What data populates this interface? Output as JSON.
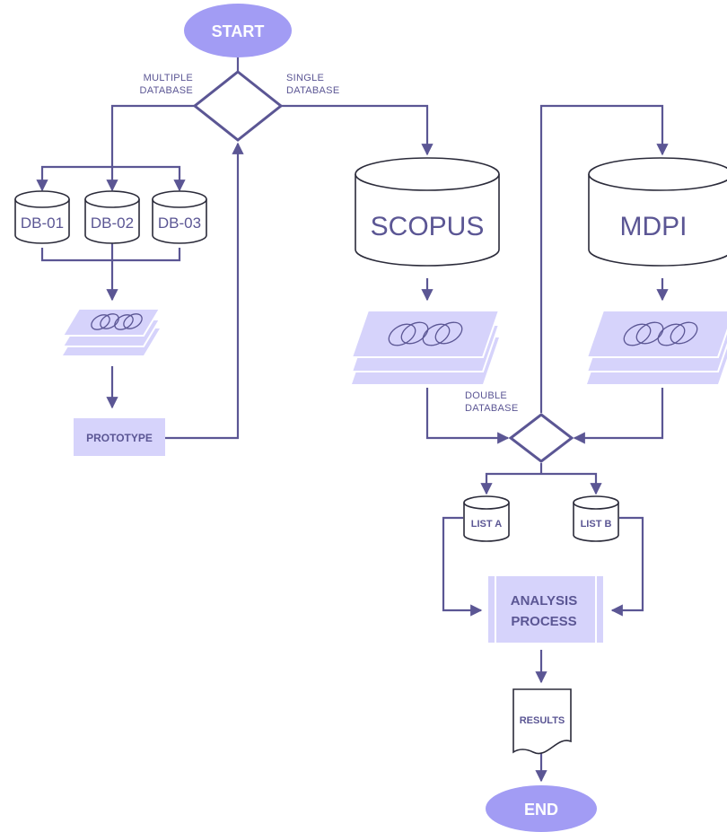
{
  "colors": {
    "accent": "#5b5694",
    "terminal_fill": "#a29cf4",
    "light_fill": "#d6d3fb",
    "stroke_dark": "#2b2b3a"
  },
  "nodes": {
    "start": "START",
    "end": "END",
    "db01": "DB-01",
    "db02": "DB-02",
    "db03": "DB-03",
    "scopus": "SCOPUS",
    "mdpi": "MDPI",
    "prototype": "PROTOTYPE",
    "list_a": "LIST A",
    "list_b": "LIST B",
    "analysis_line1": "ANALYSIS",
    "analysis_line2": "PROCESS",
    "results": "RESULTS"
  },
  "edge_labels": {
    "multiple_line1": "MULTIPLE",
    "multiple_line2": "DATABASE",
    "single_line1": "SINGLE",
    "single_line2": "DATABASE",
    "double_line1": "DOUBLE",
    "double_line2": "DATABASE"
  }
}
